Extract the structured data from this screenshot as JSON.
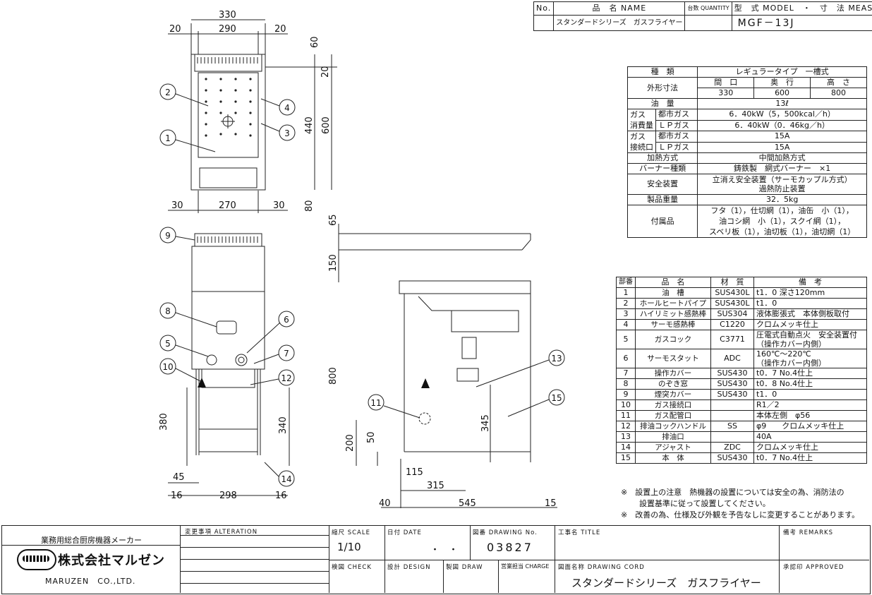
{
  "header": {
    "col_no": "No.",
    "col_name": "品　名 NAME",
    "col_qty": "台数 QUANTITY",
    "col_model": "型　式 MODEL　・　寸　法 MEASUR",
    "product_name": "スタンダードシリーズ　ガスフライヤー",
    "model": "MGF－13J"
  },
  "specs": [
    {
      "label": "種　類",
      "value": "レギュラータイプ　一槽式"
    },
    {
      "label": "外形寸法",
      "sub": [
        [
          "間　口",
          "奥　行",
          "高　さ"
        ],
        [
          "330",
          "600",
          "800"
        ]
      ]
    },
    {
      "label": "油　量",
      "value": "13ℓ"
    },
    {
      "label": "ガス消費量",
      "label1": "ガス",
      "label2": "消費量",
      "rows": [
        [
          "都市ガス",
          "6．40kW（5，500kcal／h）"
        ],
        [
          "ＬＰガス",
          "6．40kW（0．46kg／h）"
        ]
      ]
    },
    {
      "label": "ガス接続口",
      "label1": "ガス",
      "label2": "接続口",
      "rows": [
        [
          "都市ガス",
          "15A"
        ],
        [
          "ＬＰガス",
          "15A"
        ]
      ]
    },
    {
      "label": "加熱方式",
      "value": "中間加熱方式"
    },
    {
      "label": "バーナー種類",
      "value": "鋳鉄製　網式バーナー　×1"
    },
    {
      "label": "安全装置",
      "value": "立消え安全装置（サーモカップル方式）",
      "value2": "過熱防止装置"
    },
    {
      "label": "製品重量",
      "value": "32．5kg"
    },
    {
      "label": "付属品",
      "value": "フタ（1），仕切網（1），油缶　小（1），",
      "value2": "油コシ網　小（1），スクイ網（1），",
      "value3": "スベリ板（1），油切板（1），油切網（1）"
    }
  ],
  "parts_header": [
    "部番",
    "品　名",
    "材　質",
    "備　考"
  ],
  "parts": [
    [
      "1",
      "油　槽",
      "SUS430L",
      "t1．0 深さ120mm"
    ],
    [
      "2",
      "ホールヒートパイプ",
      "SUS430L",
      "t1．0"
    ],
    [
      "3",
      "ハイリミット感熱棒",
      "SUS304",
      "液体膨張式　本体側板取付"
    ],
    [
      "4",
      "サーモ感熱棒",
      "C1220",
      "クロムメッキ仕上"
    ],
    [
      "5",
      "ガスコック",
      "C3771",
      "圧電式自動点火　安全装置付",
      "（操作カバー内側）"
    ],
    [
      "6",
      "サーモスタット",
      "ADC",
      "160℃～220℃",
      "（操作カバー内側）"
    ],
    [
      "7",
      "操作カバー",
      "SUS430",
      "t0．7 No.4仕上"
    ],
    [
      "8",
      "のぞき窓",
      "SUS430",
      "t0．8 No.4仕上"
    ],
    [
      "9",
      "煙突カバー",
      "SUS430",
      "t1．0"
    ],
    [
      "10",
      "ガス接続口",
      "",
      "R1／2"
    ],
    [
      "11",
      "ガス配管口",
      "",
      "本体左側　φ56"
    ],
    [
      "12",
      "排油コックハンドル",
      "SS",
      "φ9　　クロムメッキ仕上"
    ],
    [
      "13",
      "排油口",
      "",
      "40A"
    ],
    [
      "14",
      "アジャスト",
      "ZDC",
      "クロムメッキ仕上"
    ],
    [
      "15",
      "本　体",
      "SUS430",
      "t0．7 No.4仕上"
    ]
  ],
  "notes": [
    "※　設置上の注意　熱機器の設置については安全の為、消防法の",
    "設置基準に従って設置してください。",
    "※　改善の為、仕様及び外観を予告なしに変更することがあります。"
  ],
  "drawing_dims": {
    "top": [
      "330",
      "20",
      "290",
      "20",
      "60",
      "20",
      "440",
      "600",
      "80",
      "30",
      "270",
      "30"
    ],
    "front": [
      "45",
      "16",
      "298",
      "16",
      "380",
      "340"
    ],
    "side": [
      "65",
      "150",
      "800",
      "200",
      "50",
      "115",
      "315",
      "345",
      "40",
      "545",
      "15"
    ],
    "balloons": [
      "1",
      "2",
      "3",
      "4",
      "5",
      "6",
      "7",
      "8",
      "9",
      "10",
      "11",
      "12",
      "13",
      "14",
      "15"
    ]
  },
  "titleblock": {
    "maker_caption": "業務用総合厨房機器メーカー",
    "company": "株式会社マルゼン",
    "company_en": "MARUZEN　CO.,LTD.",
    "alteration": "変更事項 ALTERATION",
    "scale_label": "縮尺 SCALE",
    "scale_value": "1/10",
    "date_label": "日付 DATE",
    "date_value": "・　・",
    "drawing_no_label": "図番 DRAWING No.",
    "drawing_no": "03827",
    "title_label": "工事名 TITLE",
    "remarks_label": "備考 REMARKS",
    "check_label": "検図 CHECK",
    "design_label": "設計 DESIGN",
    "draw_label": "製図 DRAW",
    "charge_label": "営業担当 CHARGE",
    "cord_label": "図面名称 DRAWING CORD",
    "cord_value": "スタンダードシリーズ　ガスフライヤー",
    "approved_label": "承認印 APPROVED"
  }
}
